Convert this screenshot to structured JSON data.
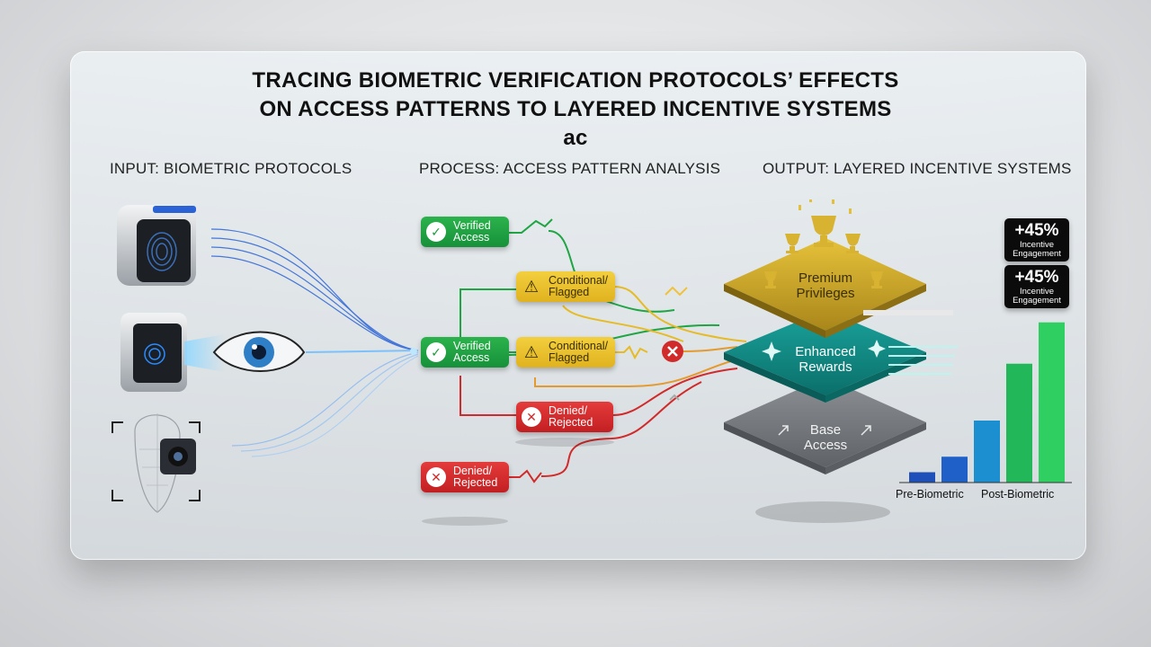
{
  "title": {
    "line1": "TRACING BIOMETRIC VERIFICATION PROTOCOLS’ EFFECTS",
    "line2": "ON ACCESS PATTERNS TO LAYERED INCENTIVE SYSTEMS",
    "line3": "ac"
  },
  "columns": {
    "input": "INPUT: BIOMETRIC PROTOCOLS",
    "process": "PROCESS: ACCESS PATTERN ANALYSIS",
    "output": "OUTPUT: LAYERED INCENTIVE SYSTEMS"
  },
  "badges": {
    "verified_top": "Verified\nAccess",
    "conditional_top": "Conditional/\nFlagged",
    "verified_mid": "Verified\nAccess",
    "conditional_mid": "Conditional/\nFlagged",
    "denied_mid": "Denied/\nRejected",
    "denied_bottom": "Denied/\nRejected"
  },
  "tiers": {
    "premium": "Premium\nPrivileges",
    "enhanced": "Enhanced\nRewards",
    "base": "Base\nAccess"
  },
  "kpis": [
    {
      "value": "+45%",
      "label": "Incentive\nEngagement"
    },
    {
      "value": "+45%",
      "label": "Incentive\nEngagement"
    }
  ],
  "chart_data": {
    "type": "bar",
    "categories_labels": [
      "Pre-Biometric",
      "Post-Biometric"
    ],
    "values": [
      1,
      2.5,
      6,
      11.5,
      15.5
    ]
  },
  "colors": {
    "green": "#1fa544",
    "yellow": "#e6bb25",
    "red": "#d12a2a",
    "blue": "#2b63d6",
    "teal": "#0f8a84",
    "gold": "#c9a227"
  },
  "icons": [
    "fingerprint-scanner-icon",
    "iris-scanner-icon",
    "face-recognition-icon",
    "trophy-icon",
    "sparkle-icon",
    "arrow-up-icon"
  ]
}
